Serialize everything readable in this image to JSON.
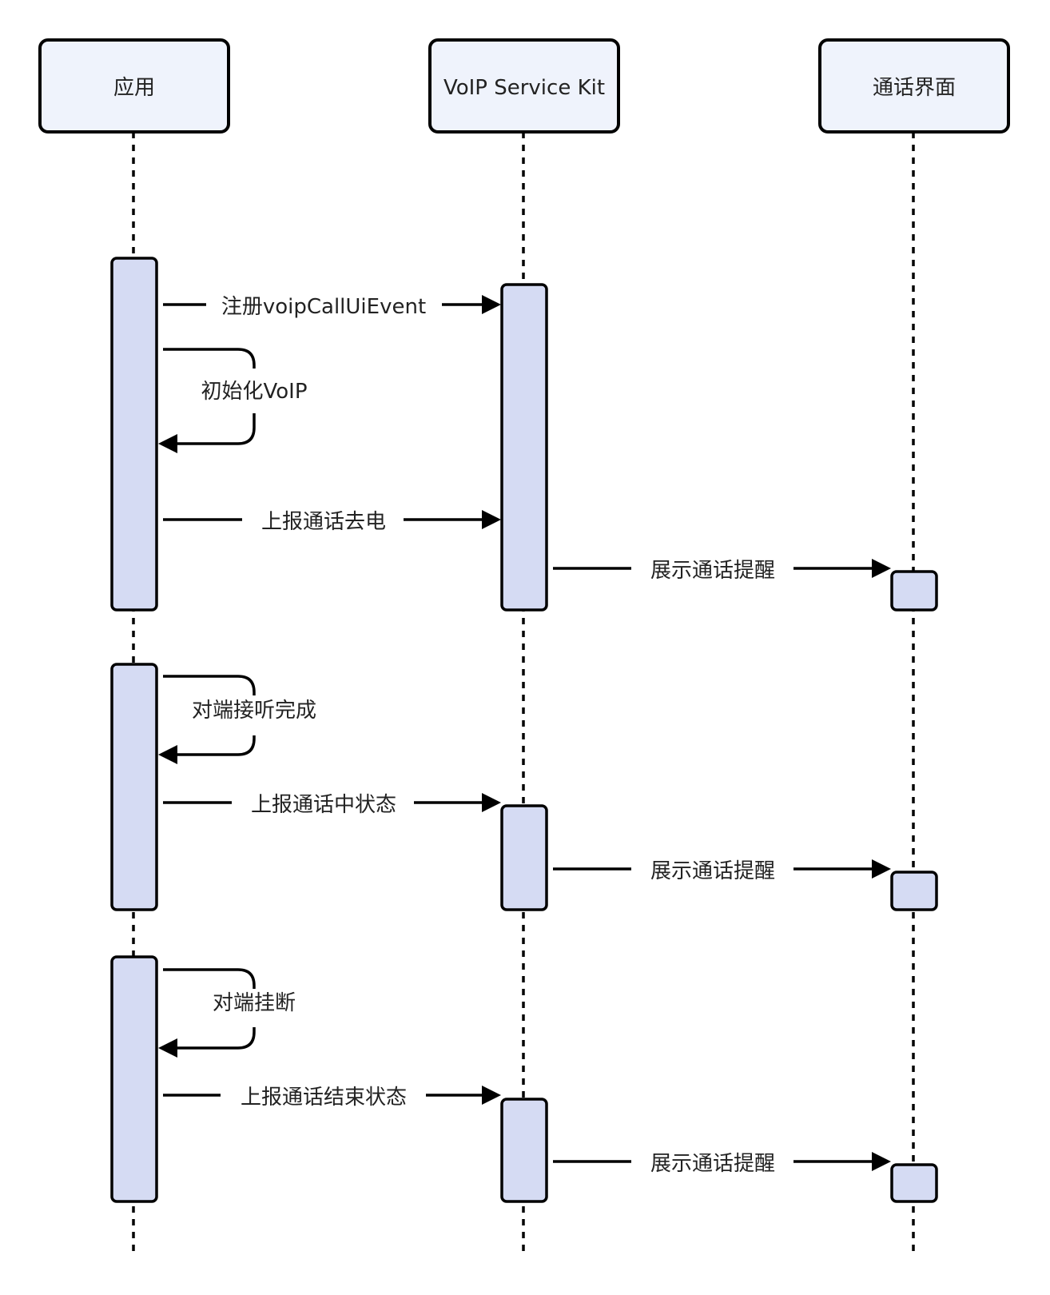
{
  "diagram": {
    "type": "sequence",
    "actors": [
      {
        "id": "app",
        "label": "应用"
      },
      {
        "id": "voip",
        "label": "VoIP Service Kit"
      },
      {
        "id": "ui",
        "label": "通话界面"
      }
    ],
    "messages": [
      {
        "from": "app",
        "to": "voip",
        "label": "注册voipCallUiEvent"
      },
      {
        "from": "app",
        "to": "app",
        "label": "初始化VoIP"
      },
      {
        "from": "app",
        "to": "voip",
        "label": "上报通话去电"
      },
      {
        "from": "voip",
        "to": "ui",
        "label": "展示通话提醒"
      },
      {
        "from": "app",
        "to": "app",
        "label": "对端接听完成"
      },
      {
        "from": "app",
        "to": "voip",
        "label": "上报通话中状态"
      },
      {
        "from": "voip",
        "to": "ui",
        "label": "展示通话提醒"
      },
      {
        "from": "app",
        "to": "app",
        "label": "对端挂断"
      },
      {
        "from": "app",
        "to": "voip",
        "label": "上报通话结束状态"
      },
      {
        "from": "voip",
        "to": "ui",
        "label": "展示通话提醒"
      }
    ],
    "colors": {
      "actor_fill": "#eff3fc",
      "activation_fill": "#d5dbf3",
      "line": "#000000"
    }
  }
}
